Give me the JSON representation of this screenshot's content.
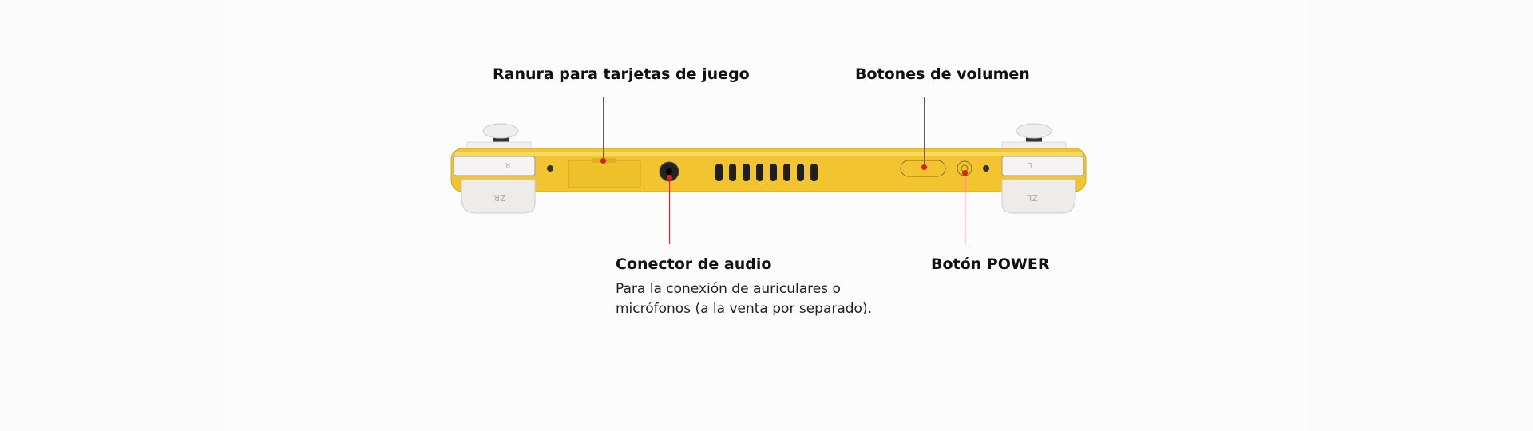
{
  "callouts": {
    "game_card_slot": {
      "label": "Ranura para tarjetas de juego"
    },
    "volume_buttons": {
      "label": "Botones de volumen"
    },
    "audio_jack": {
      "label": "Conector de audio",
      "description_line1": "Para la conexión de auriculares o",
      "description_line2": "micrófonos (a la venta por separado)."
    },
    "power_button": {
      "label": "Botón POWER"
    }
  },
  "device": {
    "left_bumper": "R",
    "left_trigger": "ZR",
    "right_bumper": "L",
    "right_trigger": "ZL"
  },
  "colors": {
    "accent": "#e01b22",
    "console_body": "#f2c530"
  }
}
